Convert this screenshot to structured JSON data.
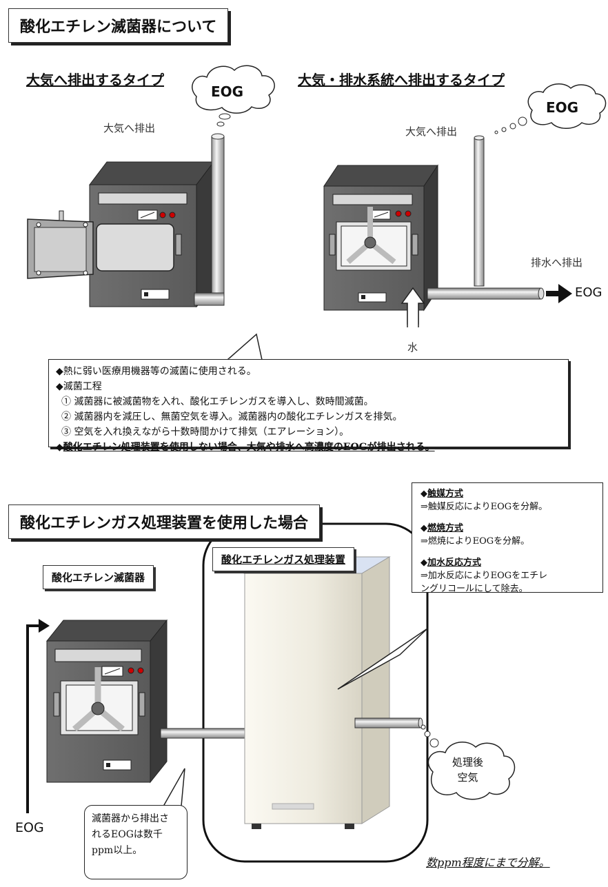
{
  "top_title": "酸化エチレン滅菌器について",
  "type_atmosphere": {
    "label": "大気へ排出するタイプ",
    "cloud": "EOG",
    "exhaust_label": "大気へ排出"
  },
  "type_atmosphere_drain": {
    "label": "大気・排水系統へ排出するタイプ",
    "cloud": "EOG",
    "exhaust_label": "大気へ排出",
    "drain_label": "排水へ排出",
    "drain_eog": "EOG",
    "water_label": "水"
  },
  "info_box": {
    "line1": "◆熱に弱い医療用機器等の滅菌に使用される。",
    "line2": "◆滅菌工程",
    "line3": "① 滅菌器に被滅菌物を入れ、酸化エチレンガスを導入し、数時間滅菌。",
    "line4": "② 滅菌器内を減圧し、無菌空気を導入。滅菌器内の酸化エチレンガスを排気。",
    "line5": "③ 空気を入れ換えながら十数時間かけて排気（エアレーション）。",
    "line6_mark": "◆",
    "line6": "酸化エチレン処理装置を使用しない場合、大気や排水へ高濃度のEOGが排出される。"
  },
  "bottom_title": "酸化エチレンガス処理装置を使用した場合",
  "sterilizer_label": "酸化エチレン滅菌器",
  "processor_label": "酸化エチレンガス処理装置",
  "methods": {
    "m1_name": "触媒方式",
    "m1_desc": "⇒触媒反応によりEOGを分解。",
    "m2_name": "燃焼方式",
    "m2_desc": "⇒燃焼によりEOGを分解。",
    "m3_name": "加水反応方式",
    "m3_desc1": "⇒加水反応によりEOGをエチレ",
    "m3_desc2": "ングリコールにして除去。"
  },
  "inlet_eog": "EOG",
  "callout": {
    "l1": "滅菌器から排出さ",
    "l2": "れるEOGは数千",
    "l3": "ppm以上。"
  },
  "treated_cloud": {
    "l1": "処理後",
    "l2": "空気"
  },
  "result_text": "数ppm程度にまで分解。"
}
